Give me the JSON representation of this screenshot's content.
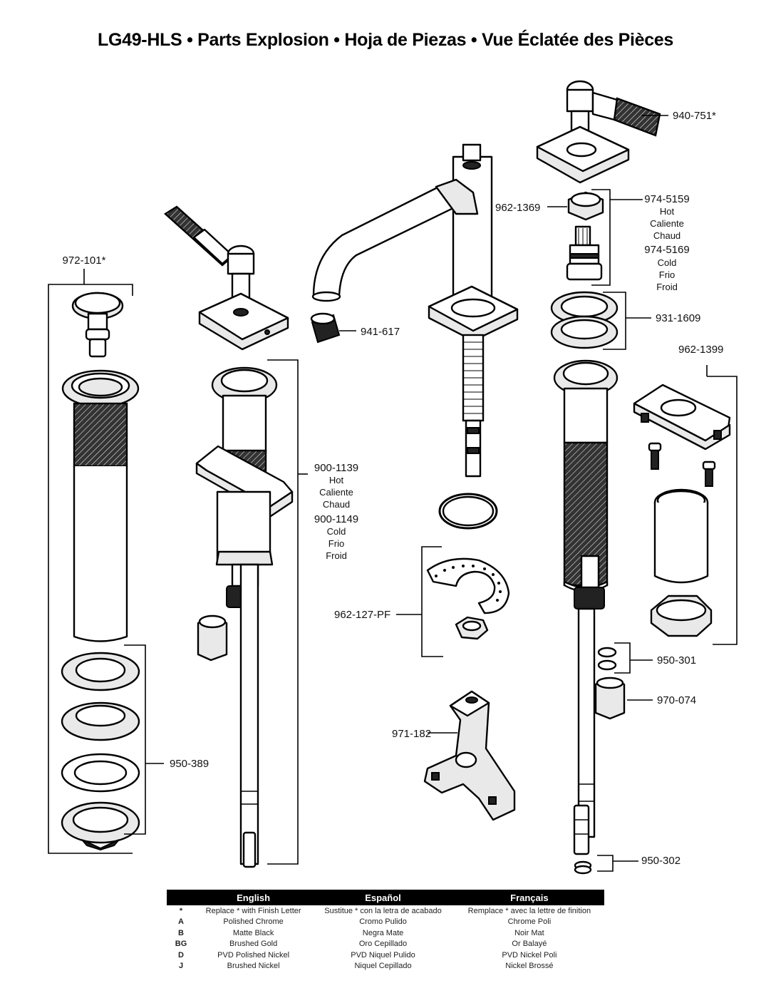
{
  "title": "LG49-HLS • Parts Explosion • Hoja de Piezas • Vue Éclatée des Pièces",
  "parts": {
    "p940_751": "940-751*",
    "p962_1369": "962-1369",
    "p974_5159": "974-5159",
    "p974_5169": "974-5169",
    "hot_en": "Hot",
    "hot_es": "Caliente",
    "hot_fr": "Chaud",
    "cold_en": "Cold",
    "cold_es": "Frio",
    "cold_fr": "Froid",
    "p972_101": "972-101*",
    "p941_617": "941-617",
    "p931_1609": "931-1609",
    "p962_1399": "962-1399",
    "p900_1139": "900-1139",
    "p900_1149": "900-1149",
    "p962_127_pf": "962-127-PF",
    "p950_301": "950-301",
    "p970_074": "970-074",
    "p971_182": "971-182",
    "p950_389": "950-389",
    "p950_302": "950-302"
  },
  "finish_table": {
    "headers": [
      "",
      "English",
      "Español",
      "Français"
    ],
    "rows": [
      [
        "*",
        "Replace * with Finish Letter",
        "Sustitue * con la letra de acabado",
        "Remplace * avec la lettre de finition"
      ],
      [
        "A",
        "Polished Chrome",
        "Cromo Pulido",
        "Chrome Poli"
      ],
      [
        "B",
        "Matte Black",
        "Negra Mate",
        "Noir Mat"
      ],
      [
        "BG",
        "Brushed Gold",
        "Oro Cepillado",
        "Or Balayé"
      ],
      [
        "D",
        "PVD Polished Nickel",
        "PVD Niquel Pulido",
        "PVD Nickel Poli"
      ],
      [
        "J",
        "Brushed Nickel",
        "Niquel Cepillado",
        "Nickel Brossé"
      ]
    ]
  }
}
